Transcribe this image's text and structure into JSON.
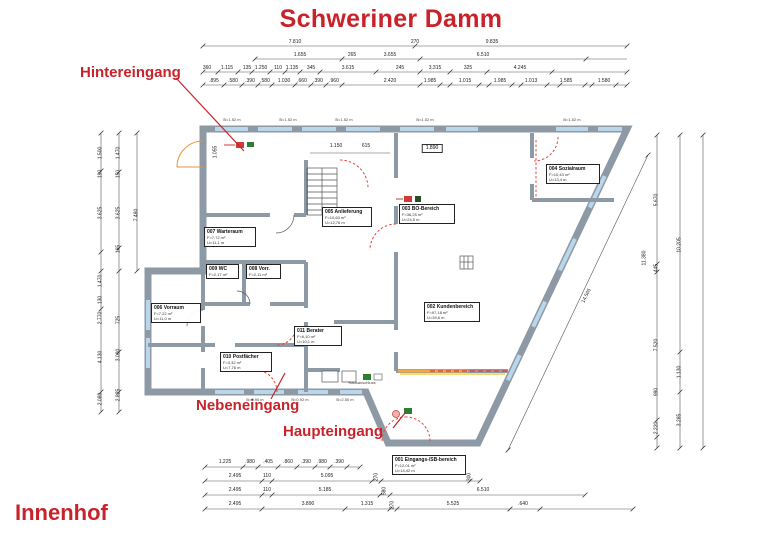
{
  "title": "Schweriner Damm",
  "footer_label": "Innenhof",
  "annotations": {
    "back_entrance": "Hintereingang",
    "side_entrance": "Nebeneingang",
    "main_entrance": "Haupteingang"
  },
  "colors": {
    "accent_red": "#c8232b",
    "wall_gray": "#8d99a4",
    "window_blue": "#b9d6ea",
    "door_dash_red": "#e0483e",
    "highlight_orange": "#f2a83e",
    "sign_green": "#2e7d32"
  },
  "rooms": {
    "r007": {
      "name": "007 Warteraum",
      "area": "F=7,72 m²",
      "perim": "U=11,1 m"
    },
    "r005": {
      "name": "005 Anlieferung",
      "area": "F=10,60 m²",
      "perim": "U=12,76 m"
    },
    "r003": {
      "name": "003 BO-Bereich",
      "area": "F=36,25 m²",
      "perim": "U=24,5 m"
    },
    "r004": {
      "name": "004 Sozialraum",
      "area": "F=10,43 m²",
      "perim": "U=13,4 m"
    },
    "r009": {
      "name": "009 WC",
      "area": "F=2,17 m²"
    },
    "r008": {
      "name": "008 Vorr.",
      "area": "F=2,11 m²"
    },
    "r006": {
      "name": "006 Vorraum",
      "area": "F=7,22 m²",
      "perim": "U=11,0 m"
    },
    "r010": {
      "name": "010 Postfächer",
      "area": "F=3,32 m²",
      "perim": "U=7,76 m"
    },
    "r011": {
      "name": "011 Berater",
      "area": "F=6,10 m²",
      "perim": "U=10,1 m"
    },
    "r002": {
      "name": "002 Kundenbereich",
      "area": "F=97,18 m²",
      "perim": "U=39,6 m"
    },
    "r001": {
      "name": "001 Eingangs-/SB-bereich",
      "area": "F=12,01 m²",
      "perim": "U=14,42 m"
    }
  },
  "dims": {
    "top1": [
      "7.810",
      "270",
      "9.835"
    ],
    "top2": [
      "1.655",
      "265",
      "3.655",
      "6.510"
    ],
    "top3": [
      "360",
      "1.115",
      "135",
      "1.250",
      "110",
      "1.135",
      "345",
      "3.615",
      "245",
      "3.315",
      "325",
      "4.245"
    ],
    "top4": [
      ".895",
      ".580",
      ".390",
      ".580",
      "1.030",
      ".660",
      ".390",
      ".960",
      "2.420",
      "1.985",
      "1.015",
      "1.985",
      "1.013",
      "1.585",
      "1.580"
    ],
    "left1": [
      "1.500",
      "190",
      "3.625",
      "1.470",
      "130",
      "2.770",
      "4.130",
      "2.080"
    ],
    "left2": [
      "1.470",
      "150",
      "3.625",
      "165",
      "725",
      "3.090",
      "2.825"
    ],
    "left3": [
      "7.480"
    ],
    "right1": [
      "5.670",
      "445",
      "7.520",
      "990",
      "2.220"
    ],
    "right2": [
      "10.205",
      "1.130",
      "3.285"
    ],
    "right3": [
      "11.380"
    ],
    "diag": "14.565",
    "bottom1": [
      "1.225",
      ".980",
      ".405",
      ".860",
      ".390",
      ".980",
      ".390"
    ],
    "bottom2": [
      "2.495",
      "110",
      "5.095",
      "270",
      "300"
    ],
    "bottom3": [
      "2.495",
      "110",
      "5.185",
      "580",
      "6.510"
    ],
    "bottom4": [
      "2.495",
      "3.890",
      "1.315",
      "270",
      "5.525",
      ".640"
    ],
    "inner": [
      "1.055",
      "1.150",
      "615",
      "1.890"
    ]
  },
  "labels": {
    "window_top": "B=1.52 m",
    "window_b1": "B=0.90 m",
    "window_b2": "B=0.92 m",
    "window_b3": "B=2.50 m",
    "hausanschluss": "Hausanschluss"
  }
}
